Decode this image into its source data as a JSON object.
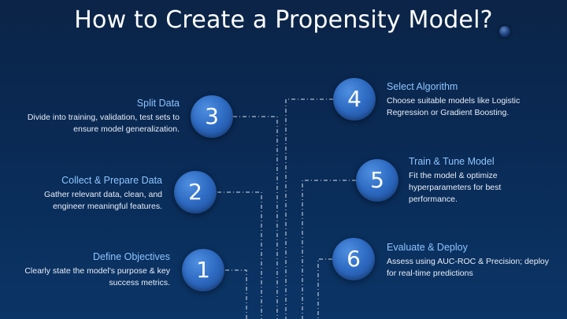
{
  "title": "How to Create a Propensity Model?",
  "steps": [
    {
      "number": "1",
      "heading": "Define Objectives",
      "desc": "Clearly state the model's purpose & key success metrics."
    },
    {
      "number": "2",
      "heading": "Collect & Prepare Data",
      "desc": "Gather relevant data, clean, and engineer meaningful features."
    },
    {
      "number": "3",
      "heading": "Split Data",
      "desc": "Divide into training, validation, test sets to ensure model generalization."
    },
    {
      "number": "4",
      "heading": "Select Algorithm",
      "desc": "Choose suitable models like Logistic Regression or Gradient Boosting."
    },
    {
      "number": "5",
      "heading": "Train & Tune Model",
      "desc": "Fit the model & optimize hyperparameters for best performance."
    },
    {
      "number": "6",
      "heading": "Evaluate & Deploy",
      "desc": "Assess using AUC-ROC & Precision; deploy for real-time predictions"
    }
  ],
  "colors": {
    "background": "#0b2a55",
    "circle": "#2f6cc4",
    "heading": "#8ec5ff",
    "connector": "#d8e2f0"
  }
}
